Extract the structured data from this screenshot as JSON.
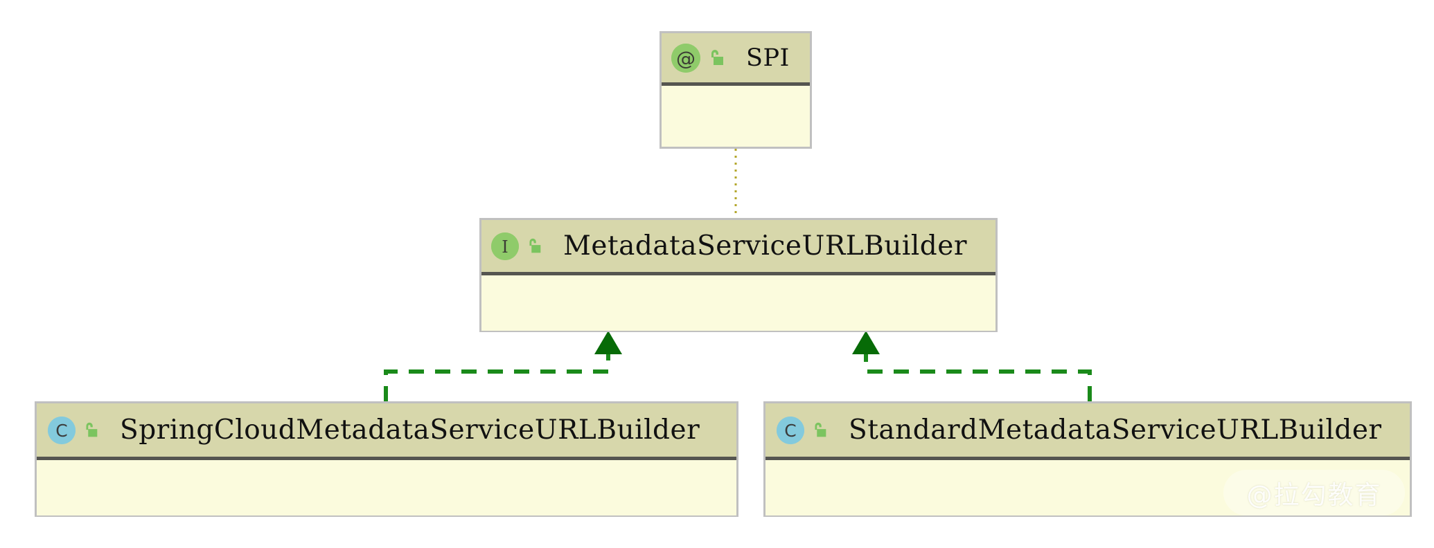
{
  "diagram": {
    "kind": "uml-class-diagram",
    "background_color": "#ffffff",
    "palette": {
      "node_header_fill": "#d7d7ab",
      "node_body_fill": "#fbfbdd",
      "node_border": "#c0c0c0",
      "header_divider": "#555550",
      "annotation_icon_fill": "#8fcb6a",
      "interface_icon_fill": "#8fcb6a",
      "class_icon_fill": "#83cadd",
      "lock_icon_fill": "#7bc45f",
      "realization_edge": "#1a8a1a",
      "annotation_edge": "#b3a62a",
      "title_text": "#111111"
    },
    "nodes": [
      {
        "id": "spi",
        "name": "SPI",
        "stereotype_glyph": "@",
        "stereotype_kind": "annotation",
        "visibility_icon": "unlocked-padlock-icon",
        "visibility": "public"
      },
      {
        "id": "interface",
        "name": "MetadataServiceURLBuilder",
        "stereotype_glyph": "I",
        "stereotype_kind": "interface",
        "visibility_icon": "unlocked-padlock-icon",
        "visibility": "public"
      },
      {
        "id": "springcloud",
        "name": "SpringCloudMetadataServiceURLBuilder",
        "stereotype_glyph": "C",
        "stereotype_kind": "class",
        "visibility_icon": "unlocked-padlock-icon",
        "visibility": "public"
      },
      {
        "id": "standard",
        "name": "StandardMetadataServiceURLBuilder",
        "stereotype_glyph": "C",
        "stereotype_kind": "class",
        "visibility_icon": "unlocked-padlock-icon",
        "visibility": "public"
      }
    ],
    "edges": [
      {
        "id": "edge-spi-interface",
        "from": "spi",
        "to": "interface",
        "style": "dotted",
        "arrow": "none",
        "color": "#b3a62a",
        "relation": "annotation"
      },
      {
        "id": "edge-springcloud-interface",
        "from": "springcloud",
        "to": "interface",
        "style": "dashed",
        "arrow": "filled-triangle",
        "color": "#1a8a1a",
        "relation": "realization"
      },
      {
        "id": "edge-standard-interface",
        "from": "standard",
        "to": "interface",
        "style": "dashed",
        "arrow": "filled-triangle",
        "color": "#1a8a1a",
        "relation": "realization"
      }
    ]
  },
  "watermark": {
    "text": "@拉勾教育"
  }
}
